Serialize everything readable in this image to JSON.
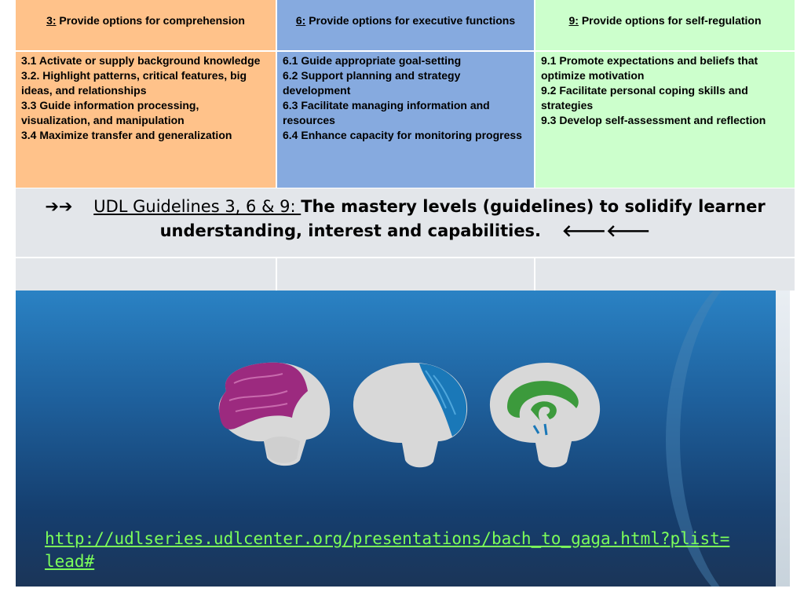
{
  "columns": [
    {
      "number": "3:",
      "title": " Provide options for comprehension",
      "items": [
        "3.1 Activate or supply background knowledge",
        "3.2. Highlight patterns, critical features, big ideas, and relationships",
        "3.3 Guide information processing, visualization, and manipulation",
        "3.4 Maximize transfer and generalization"
      ]
    },
    {
      "number": "6:",
      "title": " Provide options for executive functions",
      "items": [
        "6.1 Guide appropriate goal-setting",
        "6.2 Support planning and strategy development",
        "6.3 Facilitate managing information and resources",
        "6.4 Enhance capacity for monitoring progress"
      ]
    },
    {
      "number": "9:",
      "title": " Provide options for self-regulation",
      "items": [
        "9.1 Promote expectations and beliefs that optimize motivation",
        "9.2 Facilitate personal coping skills and strategies",
        "9.3 Develop self-assessment and reflection"
      ]
    }
  ],
  "banner": {
    "arrows_left": "➔➔",
    "underlined": "UDL Guidelines 3, 6 & 9: ",
    "text": "The mastery levels (guidelines) to solidify learner understanding, interest and capabilities.",
    "arrows_right": "🡐🡐"
  },
  "link": "http://udlseries.udlcenter.org/presentations/bach_to_gaga.html?plist=lead#",
  "colors": {
    "col3": "#ffc28a",
    "col6": "#86aadf",
    "col9": "#ccffcc",
    "brain_recognition": "#9c2a7f",
    "brain_strategic": "#1a78b8",
    "brain_affective": "#3c9a3c",
    "link": "#7cff5a"
  }
}
